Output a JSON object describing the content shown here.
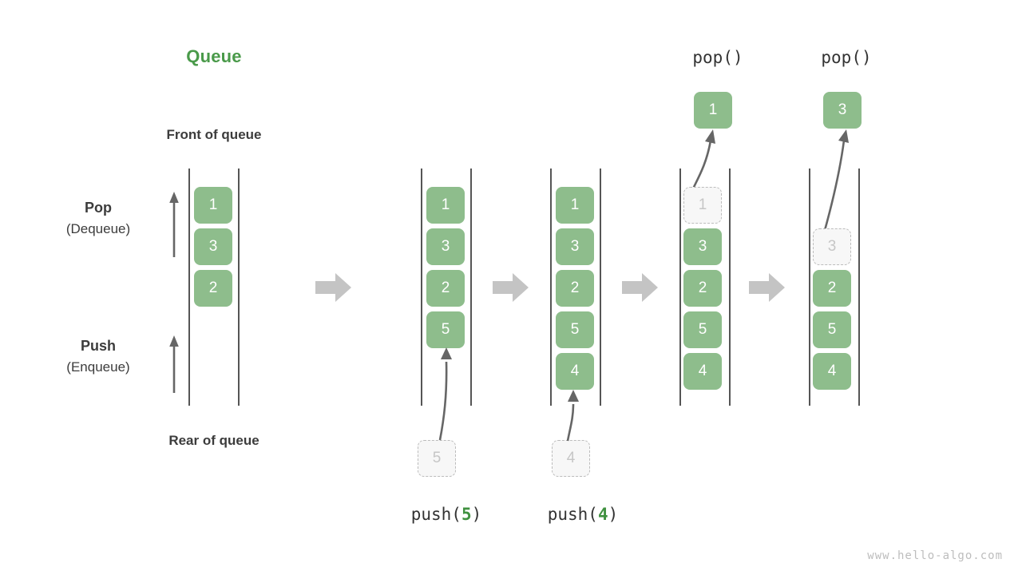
{
  "diagram": {
    "title": "Queue",
    "title_color": "#4a9a4a",
    "front_label": "Front of queue",
    "rear_label": "Rear of queue",
    "watermark": "www.hello-algo.com",
    "cell_color": "#8ebd8c",
    "ghost_color": "#f7f7f7",
    "arrow_color": "#c4c4c4"
  },
  "operations": {
    "pop_main": "Pop",
    "pop_sub": "(Dequeue)",
    "push_main": "Push",
    "push_sub": "(Enqueue)"
  },
  "captions": {
    "push5_prefix": "push(",
    "push5_arg": "5",
    "push5_suffix": ")",
    "push4_prefix": "push(",
    "push4_arg": "4",
    "push4_suffix": ")",
    "pop1_label": "pop()",
    "pop2_label": "pop()"
  },
  "stages": [
    {
      "name": "initial-queue",
      "cells": [
        "1",
        "3",
        "2"
      ],
      "ghost": null,
      "popped": null
    },
    {
      "name": "after-push-5",
      "cells": [
        "1",
        "3",
        "2",
        "5"
      ],
      "ghost": "5",
      "popped": null
    },
    {
      "name": "after-push-4",
      "cells": [
        "1",
        "3",
        "2",
        "5",
        "4"
      ],
      "ghost": "4",
      "popped": null
    },
    {
      "name": "after-pop-1",
      "cells": [
        "3",
        "2",
        "5",
        "4"
      ],
      "ghost": "1",
      "popped": "1"
    },
    {
      "name": "after-pop-3",
      "cells": [
        "2",
        "5",
        "4"
      ],
      "ghost": "3",
      "popped": "3"
    }
  ]
}
